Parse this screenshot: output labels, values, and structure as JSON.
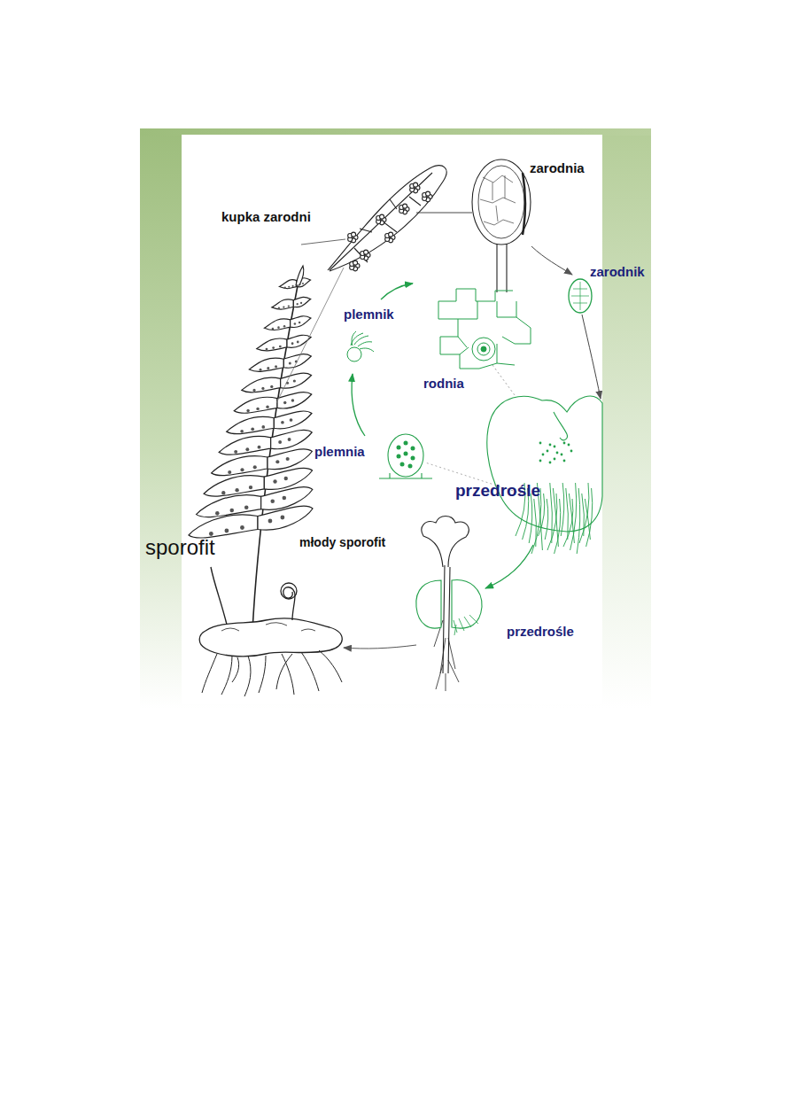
{
  "diagram": {
    "labels": [
      "zarodnia",
      "kupka zarodni",
      "zarodnik",
      "plemnik",
      "rodnia",
      "plemnia",
      "przedrośle",
      "młody sporofit",
      "sporofit",
      "przedrośle"
    ]
  }
}
